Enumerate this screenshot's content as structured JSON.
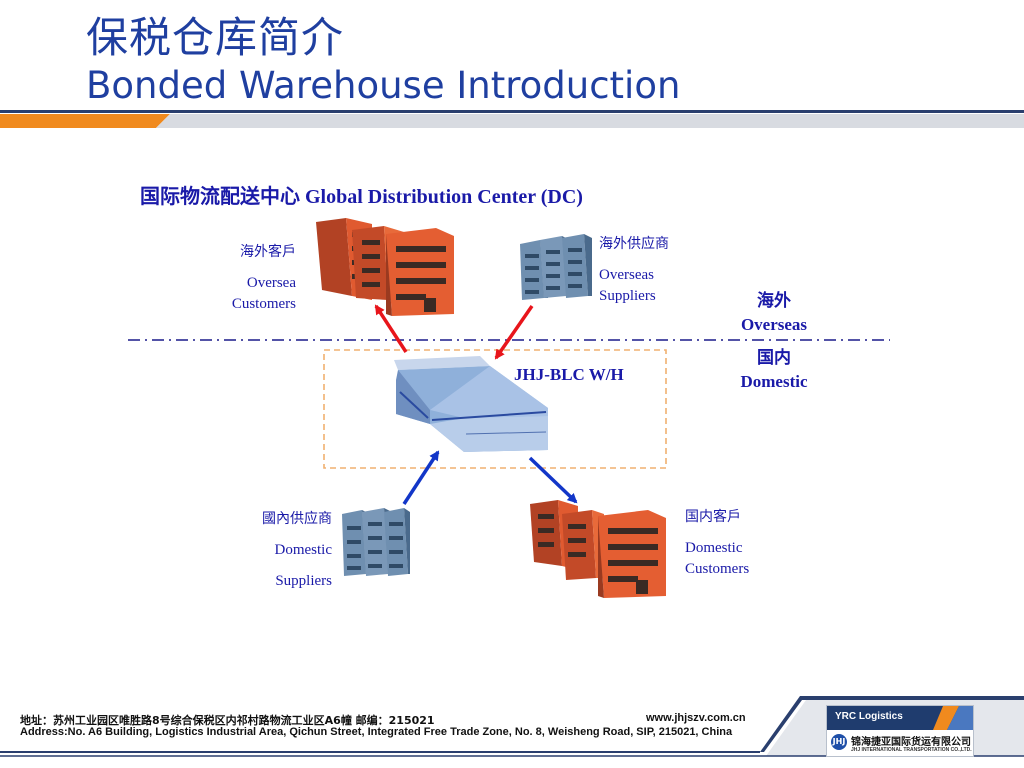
{
  "title": {
    "cn": "保税仓库简介",
    "en": "Bonded Warehouse Introduction"
  },
  "diagram": {
    "heading_cn": "国际物流配送中心",
    "heading_en": "Global Distribution Center (DC)",
    "center_label": "JHJ-BLC W/H",
    "zones": {
      "overseas_cn": "海外",
      "overseas_en": "Overseas",
      "domestic_cn": "国内",
      "domestic_en": "Domestic"
    },
    "nodes": {
      "oversea_customers": {
        "cn": "海外客戶",
        "en_line1": "Oversea",
        "en_line2": "Customers"
      },
      "overseas_suppliers": {
        "cn": "海外供应商",
        "en_line1": "Overseas",
        "en_line2": "Suppliers"
      },
      "domestic_suppliers": {
        "cn": "國內供应商",
        "en_line1": "Domestic",
        "en_line2": "Suppliers"
      },
      "domestic_customers": {
        "cn": "国内客戶",
        "en_line1": "Domestic",
        "en_line2": "Customers"
      }
    },
    "colors": {
      "overseas_arrows": "#e8151b",
      "domestic_arrows": "#1236c8",
      "dc_box_border": "#f0b070",
      "divider_line": "#1a1a8a",
      "customer_building": "#e05a30",
      "supplier_building": "#6f8fb0"
    }
  },
  "footer": {
    "address_cn": "地址：苏州工业园区唯胜路8号综合保税区内祁村路物流工业区A6幢   邮编：215021",
    "address_en": "Address:No. A6 Building, Logistics Industrial Area, Qichun Street, Integrated Free Trade Zone, No. 8, Weisheng Road, SIP, 215021, China",
    "website": "www.jhjszv.com.cn",
    "logo": {
      "brand": "YRC Logistics",
      "mark": "JHJ",
      "company_cn": "锦海捷亚国际货运有限公司",
      "company_en": "JHJ INTERNATIONAL TRANSPORTATION CO.,LTD."
    }
  }
}
